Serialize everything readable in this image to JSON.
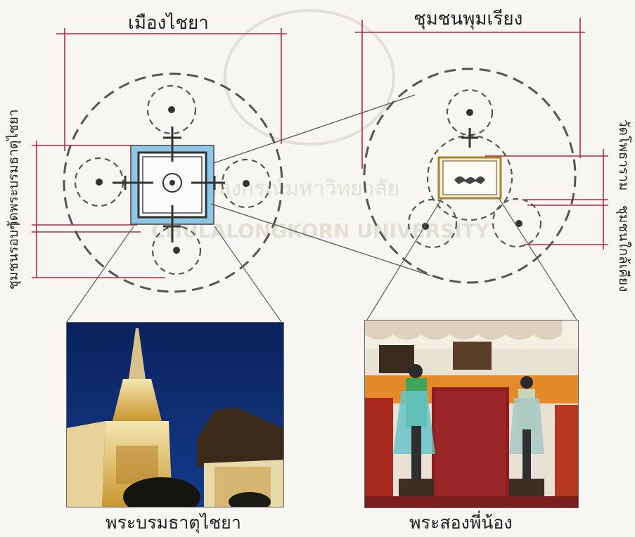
{
  "titles": {
    "left": "เมืองไชยา",
    "right": "ชุมชนพุมเรียง"
  },
  "side_labels": {
    "left_outer": "ชุมชนรอบๆ",
    "left_inner": "วัดพระบรมธาตุไชยา",
    "right_outer": "วัดโพธาราม",
    "right_inner": "ชุมชนใกล้เคียง"
  },
  "captions": {
    "left_photo": "พระบรมธาตุไชยา",
    "right_photo": "พระสองพี่น้อง"
  },
  "watermark": {
    "line1": "จุฬาลงกรณ์มหาวิทยาลัย",
    "line2": "CHULALONGKORN UNIVERSITY"
  },
  "colors": {
    "red_line": "#b8283a",
    "dash_gray": "#555555",
    "blue_fill": "#8ec6e6",
    "gold_frame": "#a8872c",
    "night_sky": "#0d2a6b"
  }
}
